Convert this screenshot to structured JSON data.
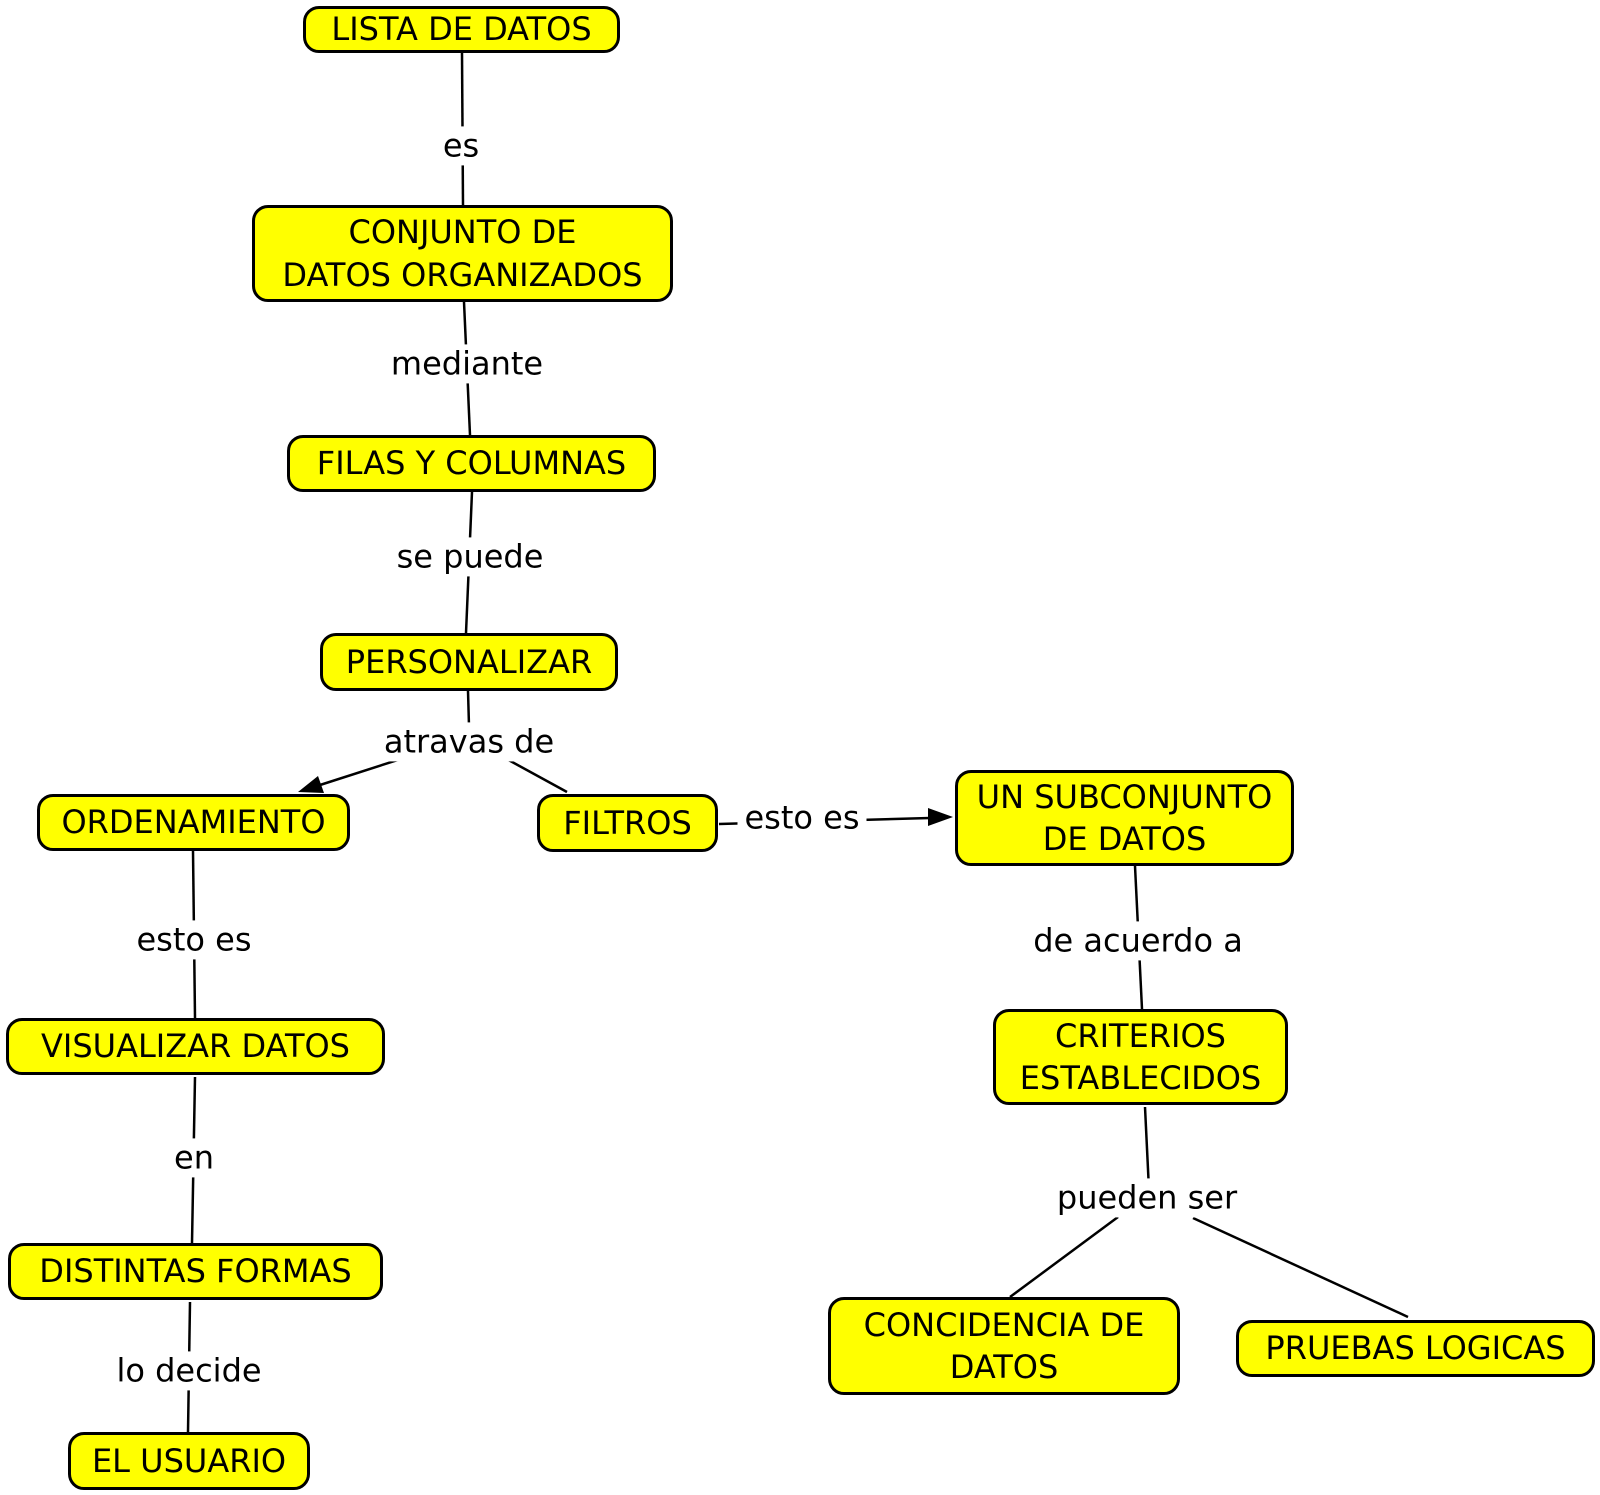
{
  "diagram": {
    "type": "concept-map",
    "colors": {
      "background": "#ffffff",
      "node_fill": "#ffff00",
      "node_border": "#000000",
      "line": "#000000",
      "text": "#000000"
    },
    "nodes": [
      {
        "id": "lista-de-datos",
        "label": "LISTA DE DATOS"
      },
      {
        "id": "conjunto-de-datos",
        "label": "CONJUNTO DE\nDATOS ORGANIZADOS"
      },
      {
        "id": "filas-y-columnas",
        "label": "FILAS Y COLUMNAS"
      },
      {
        "id": "personalizar",
        "label": "PERSONALIZAR"
      },
      {
        "id": "ordenamiento",
        "label": "ORDENAMIENTO"
      },
      {
        "id": "filtros",
        "label": "FILTROS"
      },
      {
        "id": "un-subconjunto",
        "label": "UN SUBCONJUNTO\nDE DATOS"
      },
      {
        "id": "visualizar-datos",
        "label": "VISUALIZAR DATOS"
      },
      {
        "id": "distintas-formas",
        "label": "DISTINTAS FORMAS"
      },
      {
        "id": "el-usuario",
        "label": "EL USUARIO"
      },
      {
        "id": "criterios",
        "label": "CRITERIOS\nESTABLECIDOS"
      },
      {
        "id": "concidencia-de-datos",
        "label": "CONCIDENCIA DE\nDATOS"
      },
      {
        "id": "pruebas-logicas",
        "label": "PRUEBAS LOGICAS"
      }
    ],
    "edge_labels": [
      {
        "id": "es",
        "label": "es"
      },
      {
        "id": "mediante",
        "label": "mediante"
      },
      {
        "id": "se-puede",
        "label": "se puede"
      },
      {
        "id": "atravas-de",
        "label": "atravas de"
      },
      {
        "id": "esto-es-left",
        "label": "esto es"
      },
      {
        "id": "esto-es-right",
        "label": "esto es"
      },
      {
        "id": "de-acuerdo-a",
        "label": "de acuerdo a"
      },
      {
        "id": "en",
        "label": "en"
      },
      {
        "id": "lo-decide",
        "label": "lo decide"
      },
      {
        "id": "pueden-ser",
        "label": "pueden ser"
      }
    ]
  }
}
